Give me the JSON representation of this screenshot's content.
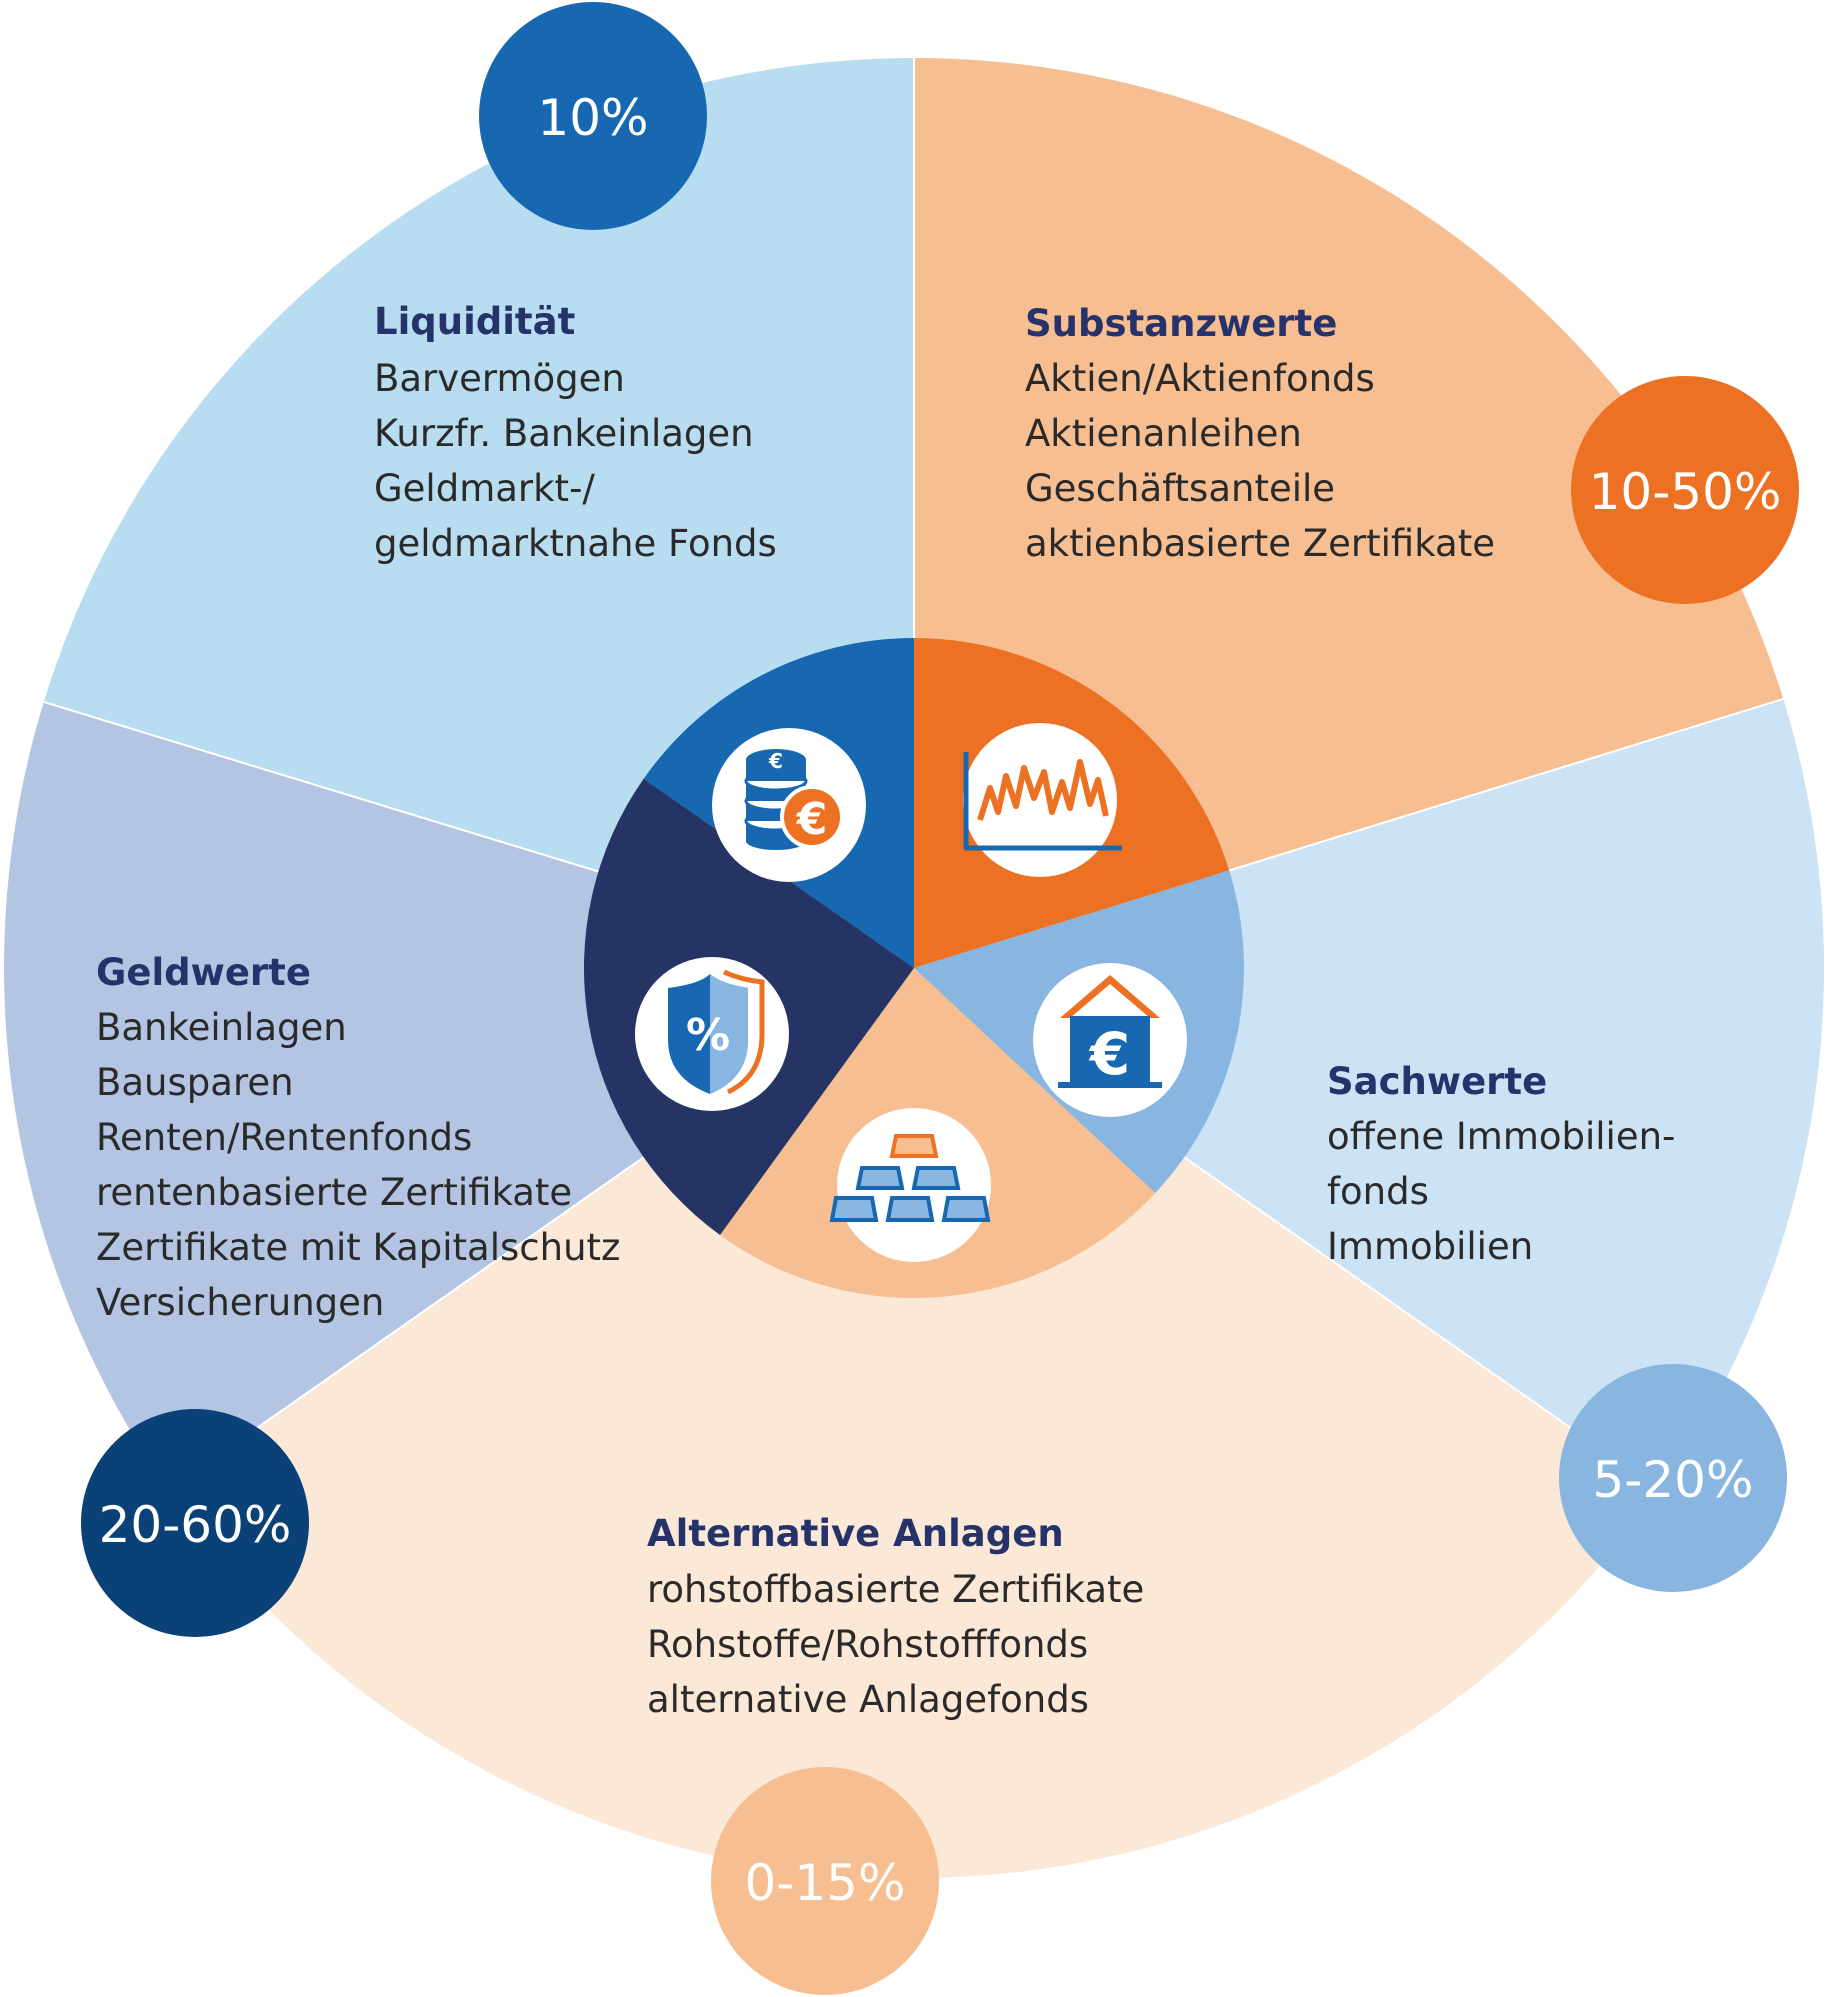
{
  "segments": [
    {
      "id": "liquiditaet",
      "title": "Liquidität",
      "items": [
        "Barvermögen",
        "Kurzfr. Bankeinlagen",
        "Geldmarkt-/",
        "geldmarktnahe Fonds"
      ],
      "share": "10%",
      "icon": "coins-euro-icon",
      "outer_color": "#b8ddf0",
      "inner_color": "#1768b1",
      "badge_color": "#1768b1"
    },
    {
      "id": "substanzwerte",
      "title": "Substanzwerte",
      "items": [
        "Aktien/Aktienfonds",
        "Aktienanleihen",
        "Geschäftsanteile",
        "aktienbasierte Zertifikate"
      ],
      "share": "10-50%",
      "icon": "stock-chart-icon",
      "outer_color": "#f7be91",
      "inner_color": "#ec7123",
      "badge_color": "#ec7123"
    },
    {
      "id": "sachwerte",
      "title": "Sachwerte",
      "items": [
        "offene Immobilien-",
        "fonds",
        "Immobilien"
      ],
      "share": "5-20%",
      "icon": "house-euro-icon",
      "outer_color": "#cce2f5",
      "inner_color": "#89b6e1",
      "badge_color": "#89b6e1"
    },
    {
      "id": "alternative",
      "title": "Alternative Anlagen",
      "items": [
        "rohstoffbasierte Zertifikate",
        "Rohstoffe/Rohstofffonds",
        "alternative Anlagefonds"
      ],
      "share": "0-15%",
      "icon": "gold-bars-icon",
      "outer_color": "#fbe8d7",
      "inner_color": "#f7be91",
      "badge_color": "#f7be91"
    },
    {
      "id": "geldwerte",
      "title": "Geldwerte",
      "items": [
        "Bankeinlagen",
        "Bausparen",
        "Renten/Rentenfonds",
        "rentenbasierte Zertifikate",
        "Zertifikate mit Kapitalschutz",
        "Versicherungen"
      ],
      "share": "20-60%",
      "icon": "percent-shield-icon",
      "outer_color": "#b4c5e3",
      "inner_color": "#253465",
      "badge_color": "#0a4177"
    }
  ]
}
